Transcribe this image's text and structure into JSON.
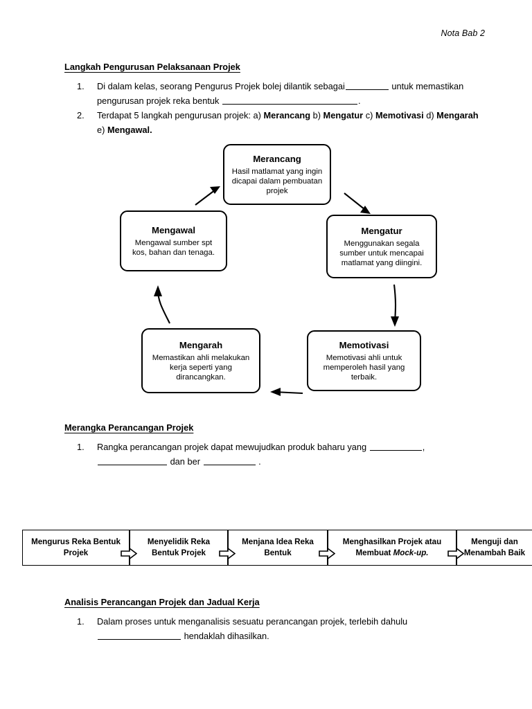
{
  "header": {
    "running_head": "Nota Bab 2"
  },
  "sections": [
    {
      "id": "langkah",
      "heading": "Langkah Pengurusan Pelaksanaan Projek",
      "items": [
        {
          "num": "1.",
          "parts": [
            "Di dalam kelas, seorang Pengurus Projek bolej dilantik sebagai ",
            "BLANK",
            " untuk memastikan pengurusan projek reka bentuk ",
            "BLANK",
            "."
          ]
        },
        {
          "num": "2.",
          "text": "Terdapat 5 langkah pengurusan projek: a) Merancang b) Mengatur c) Memotivasi d) Mengarah e) Mengawal."
        }
      ],
      "item1_lead": "Di dalam kelas, seorang Pengurus Projek bolej dilantik sebagai",
      "item1_mid": "untuk memastikan pengurusan projek reka bentuk",
      "item1_end": ".",
      "item2_lead": "Terdapat 5 langkah pengurusan projek: a)",
      "item2_b1": "Merancang",
      "item2_s1": "b)",
      "item2_b2": "Mengatur",
      "item2_s2": "c)",
      "item2_b3": "Memotivasi",
      "item2_s3": "d)",
      "item2_b4": "Mengarah",
      "item2_s4": "e)",
      "item2_b5": "Mengawal."
    },
    {
      "id": "merangka",
      "heading": "Merangka Perancangan Projek",
      "item1_num": "1.",
      "item1_lead": "Rangka perancangan projek dapat mewujudkan produk baharu yang",
      "item1_mid": ",",
      "item1_mid2": "dan ber",
      "item1_end": "."
    },
    {
      "id": "analisis",
      "heading": "Analisis Perancangan Projek dan Jadual Kerja",
      "item1_num": "1.",
      "item1_lead": "Dalam proses untuk menganalisis sesuatu perancangan projek, terlebih dahulu",
      "item1_end": "hendaklah dihasilkan."
    }
  ],
  "cycle_diagram": {
    "type": "cycle-flowchart",
    "nodes": [
      {
        "id": "merancang",
        "title": "Merancang",
        "desc": "Hasil matlamat yang ingin dicapai dalam pembuatan projek"
      },
      {
        "id": "mengatur",
        "title": "Mengatur",
        "desc": "Menggunakan segala sumber untuk mencapai matlamat yang diingini."
      },
      {
        "id": "memotivasi",
        "title": "Memotivasi",
        "desc": "Memotivasi ahli untuk memperoleh hasil yang terbaik."
      },
      {
        "id": "mengarah",
        "title": "Mengarah",
        "desc": "Memastikan ahli melakukan kerja seperti yang dirancangkan."
      },
      {
        "id": "mengawal",
        "title": "Mengawal",
        "desc": "Mengawal sumber spt kos, bahan dan tenaga."
      }
    ],
    "edges": [
      {
        "from": "mengawal",
        "to": "merancang",
        "style": "straight-diagonal-up-right"
      },
      {
        "from": "merancang",
        "to": "mengatur",
        "style": "straight-diagonal-down-right"
      },
      {
        "from": "mengatur",
        "to": "memotivasi",
        "style": "curved-down"
      },
      {
        "from": "memotivasi",
        "to": "mengarah",
        "style": "straight-left"
      },
      {
        "from": "mengarah",
        "to": "mengawal",
        "style": "curved-up"
      }
    ]
  },
  "process_strip": {
    "type": "linear-process",
    "connector_icon": "block-arrow-right-icon",
    "steps": [
      {
        "text": "Mengurus Reka Bentuk Projek"
      },
      {
        "text": "Menyelidik Reka Bentuk Projek"
      },
      {
        "text": "Menjana Idea Reka Bentuk"
      },
      {
        "text_before": "Menghasilkan Projek atau Membuat ",
        "italic": "Mock-up."
      },
      {
        "text": "Menguji dan Menambah Baik"
      }
    ]
  },
  "colors": {
    "ink": "#000000",
    "page": "#ffffff"
  }
}
